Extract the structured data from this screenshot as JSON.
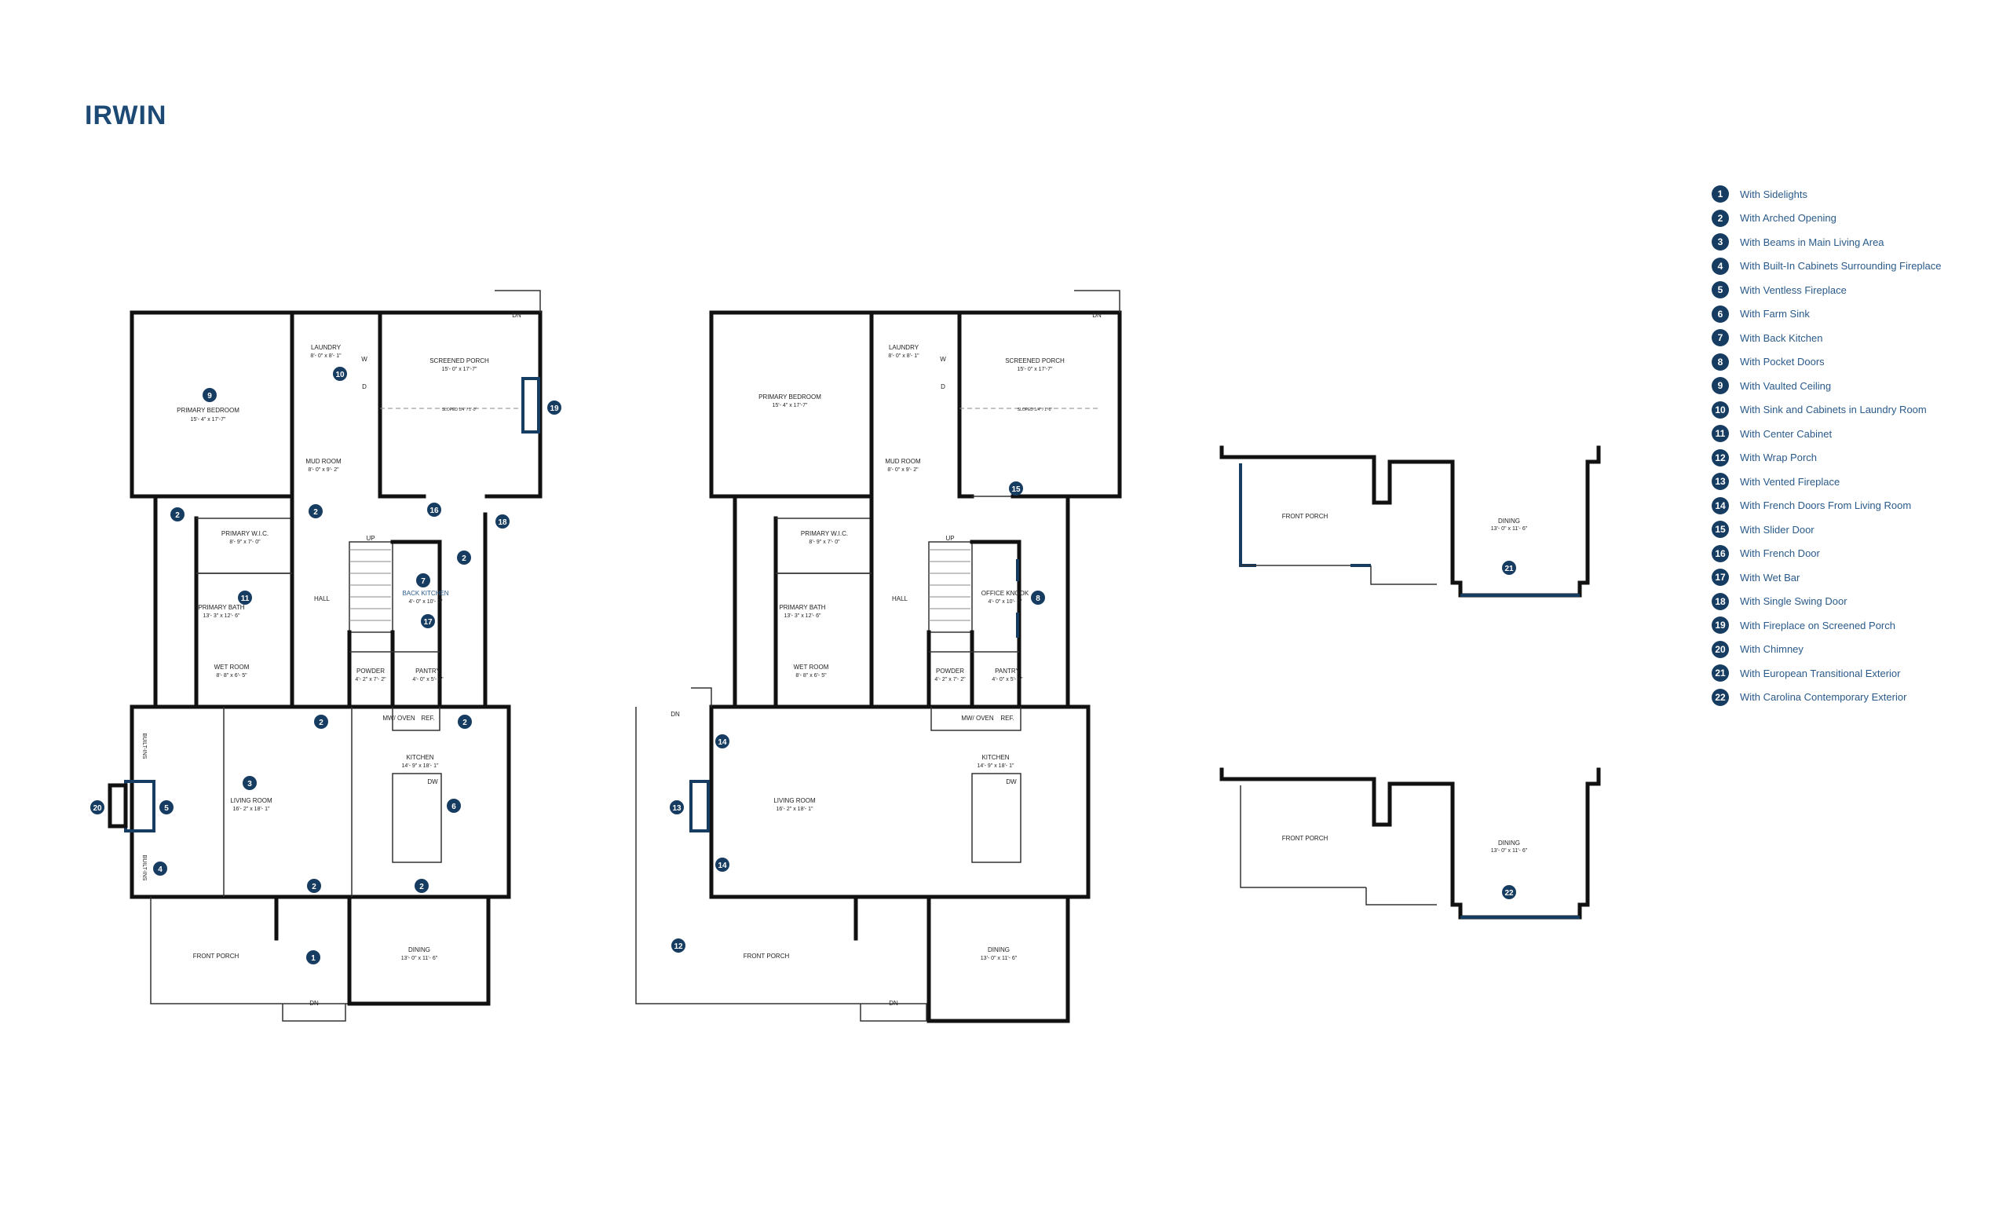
{
  "title": "IRWIN",
  "colors": {
    "accent": "#173c61",
    "wall": "#111111",
    "legend_text": "#2a5a8a"
  },
  "legend": [
    {
      "num": "1",
      "text": "With Sidelights"
    },
    {
      "num": "2",
      "text": "With Arched Opening"
    },
    {
      "num": "3",
      "text": "With Beams in Main Living Area"
    },
    {
      "num": "4",
      "text": "With Built-In Cabinets Surrounding Fireplace"
    },
    {
      "num": "5",
      "text": "With Ventless Fireplace"
    },
    {
      "num": "6",
      "text": "With Farm Sink"
    },
    {
      "num": "7",
      "text": "With Back Kitchen"
    },
    {
      "num": "8",
      "text": "With Pocket Doors"
    },
    {
      "num": "9",
      "text": "With Vaulted Ceiling"
    },
    {
      "num": "10",
      "text": "With Sink and Cabinets in Laundry Room"
    },
    {
      "num": "11",
      "text": "With Center Cabinet"
    },
    {
      "num": "12",
      "text": "With Wrap Porch"
    },
    {
      "num": "13",
      "text": "With Vented Fireplace"
    },
    {
      "num": "14",
      "text": "With French Doors From Living Room"
    },
    {
      "num": "15",
      "text": "With Slider Door"
    },
    {
      "num": "16",
      "text": "With French Door"
    },
    {
      "num": "17",
      "text": "With Wet Bar"
    },
    {
      "num": "18",
      "text": "With Single Swing Door"
    },
    {
      "num": "19",
      "text": "With Fireplace on Screened Porch"
    },
    {
      "num": "20",
      "text": "With Chimney"
    },
    {
      "num": "21",
      "text": "With European Transitional Exterior"
    },
    {
      "num": "22",
      "text": "With Carolina Contemporary Exterior"
    }
  ],
  "plan_a": {
    "rooms": {
      "primary_bedroom": {
        "name": "PRIMARY BEDROOM",
        "dims": "15'- 4\" x 17'-7\""
      },
      "laundry": {
        "name": "LAUNDRY",
        "dims": "8'- 0\" x 8'- 1\""
      },
      "screened_porch": {
        "name": "SCREENED PORCH",
        "dims": "15'- 0\" x 17'-7\""
      },
      "sloped": "SLOPED 1/4\" / 1'-0\"",
      "mud_room": {
        "name": "MUD ROOM",
        "dims": "8'- 0\" x 9'- 2\""
      },
      "primary_wic": {
        "name": "PRIMARY W.I.C.",
        "dims": "8'- 9\" x 7'- 0\""
      },
      "primary_bath": {
        "name": "PRIMARY BATH",
        "dims": "13'- 3\" x 12'- 6\""
      },
      "wet_room": {
        "name": "WET ROOM",
        "dims": "8'- 8\" x 6'- 5\""
      },
      "hall": "HALL",
      "up": "UP",
      "back_kitchen": {
        "name": "BACK KITCHEN",
        "dims": "4'- 0\" x 10'- 0\""
      },
      "powder": {
        "name": "POWDER",
        "dims": "4'- 2\" x 7'- 2\""
      },
      "pantry": {
        "name": "PANTRY",
        "dims": "4'- 0\" x 5'- 4\""
      },
      "mw_oven": "MW/ OVEN",
      "ref": "REF.",
      "kitchen": {
        "name": "KITCHEN",
        "dims": "14'- 9\" x 18'- 1\""
      },
      "dw": "DW",
      "living_room": {
        "name": "LIVING ROOM",
        "dims": "16'- 2\" x 18'- 1\""
      },
      "built_ins": "BUILT-INS",
      "front_porch": "FRONT PORCH",
      "dining": {
        "name": "DINING",
        "dims": "13'- 0\" x 11'- 6\""
      },
      "dn": "DN",
      "w": "W",
      "d": "D"
    }
  },
  "plan_b": {
    "rooms": {
      "office": {
        "name": "OFFICE KNOOK",
        "dims": "4'- 0\" x 10'- 0\""
      }
    }
  },
  "elev_a": {
    "front_porch": "FRONT PORCH",
    "dining": "DINING",
    "dims": "13'- 0\" x 11'- 6\"",
    "badge": "21"
  },
  "elev_b": {
    "front_porch": "FRONT PORCH",
    "dining": "DINING",
    "dims": "13'- 0\" x 11'- 6\"",
    "badge": "22"
  }
}
